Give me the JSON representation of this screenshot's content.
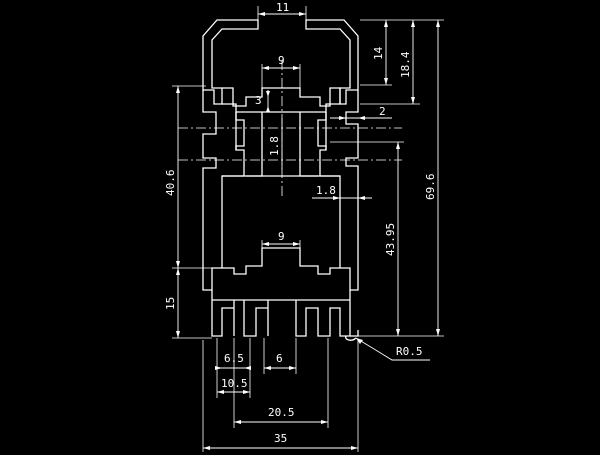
{
  "dimensions": {
    "top_width": "11",
    "channel_top": "9",
    "slot_3": "3",
    "gap_2": "2",
    "v_14": "14",
    "v_18_4": "18.4",
    "v_69_6": "69.6",
    "v_40_6": "40.6",
    "v_1_8_vertical": "1.8",
    "h_1_8": "1.8",
    "v_43_95": "43.95",
    "channel_mid": "9",
    "v_15": "15",
    "h_6_5": "6.5",
    "h_6": "6",
    "h_10_5": "10.5",
    "h_20_5": "20.5",
    "overall_width": "35",
    "radius": "R0.5"
  }
}
